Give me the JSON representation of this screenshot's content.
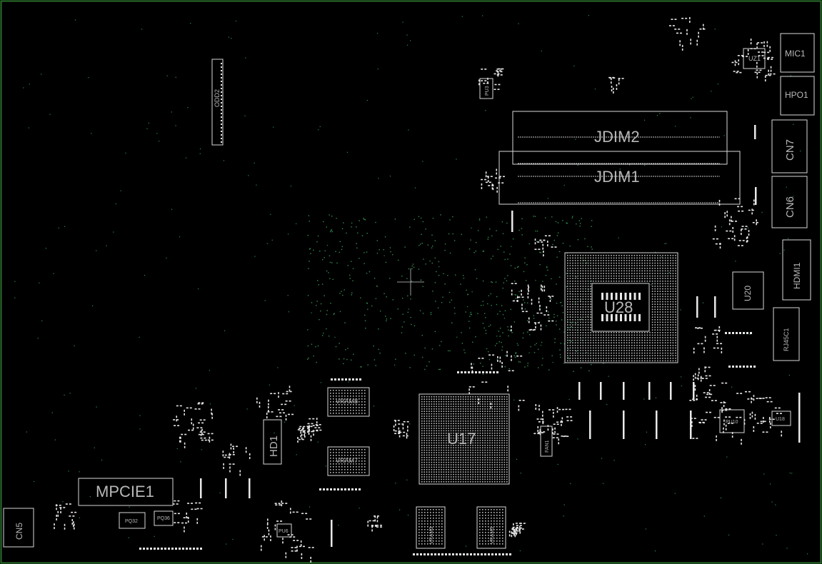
{
  "board": {
    "frame_color": "#2a6e2a",
    "background": "#000000",
    "silkscreen_color": "#d8d8d8",
    "via_color": "#2f8f4f"
  },
  "components": {
    "jdim2": "JDIM2",
    "jdim1": "JDIM1",
    "mic1": "MIC1",
    "hpo1": "HPO1",
    "cn7": "CN7",
    "cn6": "CN6",
    "hdmi1": "HDMI1",
    "u20": "U20",
    "rj45c1": "RJ45C1",
    "uz1": "UZ1",
    "u28": "U28",
    "u17": "U17",
    "vram8": "VRAM8",
    "vram7": "VRAM7",
    "vram3": "VRAM3",
    "vram5": "VRAM5",
    "fan1": "FAN1",
    "pu10": "PU10",
    "u18": "U18",
    "mpcie1": "MPCIE1",
    "hd1": "HD1",
    "cn5": "CN5",
    "odd2": "ODD2",
    "pq32": "PQ32",
    "pq36": "PQ36",
    "pu3": "PU3",
    "pu6": "PU6"
  }
}
